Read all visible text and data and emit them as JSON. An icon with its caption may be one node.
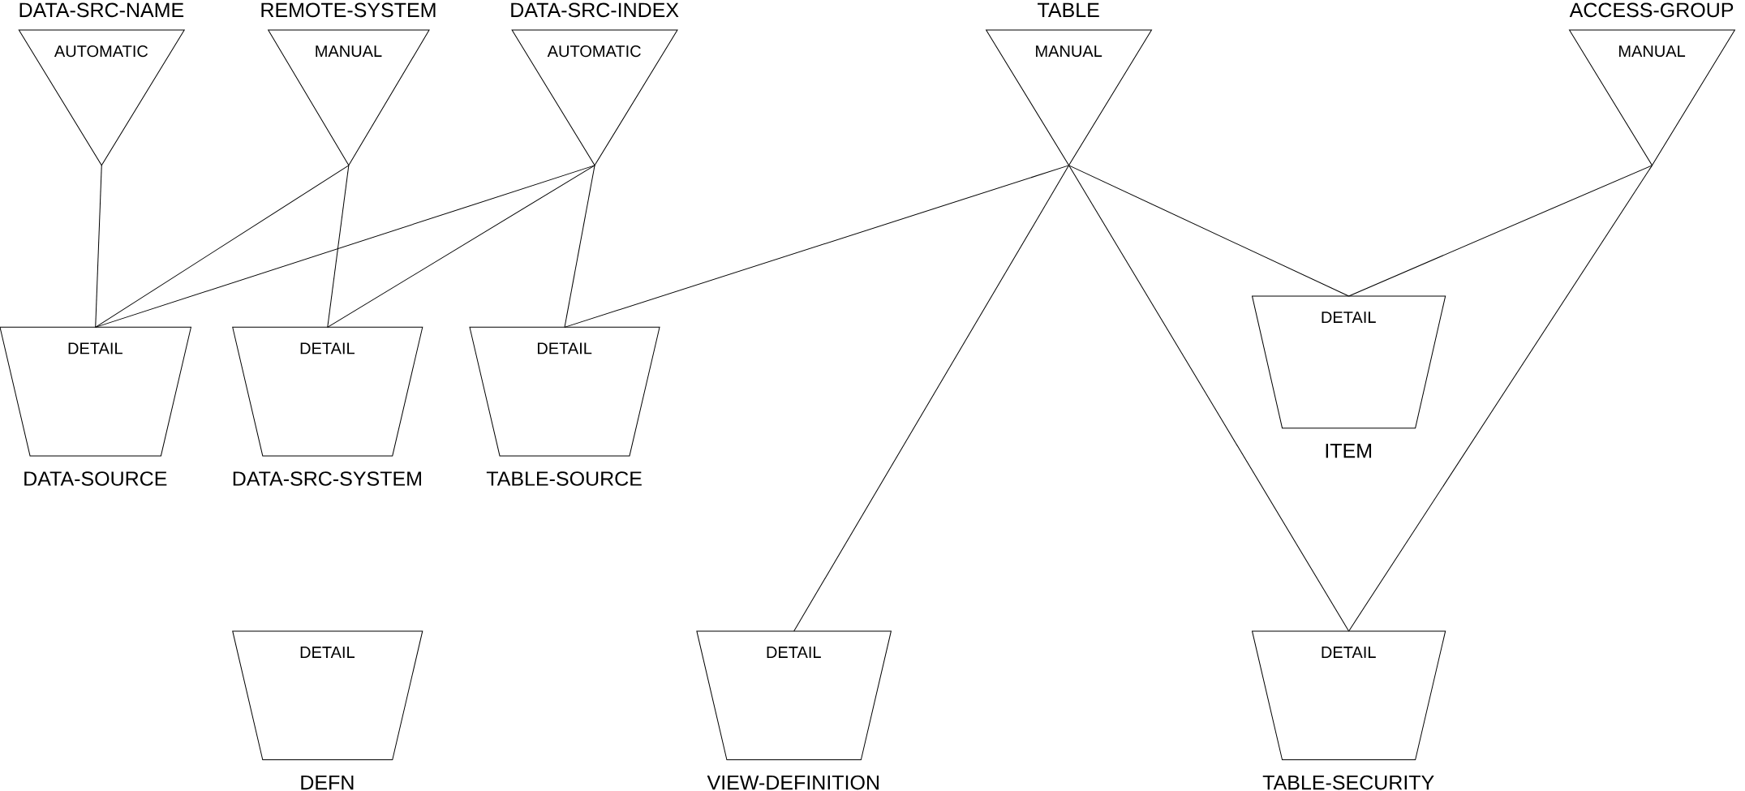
{
  "diagram": {
    "nodes": [
      {
        "text": [
          "DATA-SRC-NAME",
          "AUTOMATIC"
        ]
      },
      {
        "text": [
          "REMOTE-SYSTEM",
          "MANUAL"
        ]
      },
      {
        "text": [
          "DATA-SRC-INDEX",
          "AUTOMATIC"
        ]
      },
      {
        "text": [
          "TABLE",
          "MANUAL"
        ]
      },
      {
        "text": [
          "ACCESS-GROUP",
          "MANUAL"
        ]
      },
      {
        "text": [
          "DETAIL",
          "DATA-SOURCE"
        ]
      },
      {
        "text": [
          "DETAIL",
          "DATA-SRC-SYSTEM"
        ]
      },
      {
        "text": [
          "DETAIL",
          "TABLE-SOURCE"
        ]
      },
      {
        "text": [
          "DETAIL",
          "ITEM"
        ]
      },
      {
        "text": [
          "DETAIL",
          "DEFN"
        ]
      },
      {
        "text": [
          "DETAIL",
          "VIEW-DEFINITION"
        ]
      },
      {
        "text": [
          "DETAIL",
          "TABLE-SECURITY"
        ]
      }
    ],
    "edges": [
      {
        "from": 0,
        "to": 5,
        "arrow": "none"
      },
      {
        "from": 1,
        "to": 5,
        "arrow": "none"
      },
      {
        "from": 2,
        "to": 5,
        "arrow": "none"
      },
      {
        "from": 1,
        "to": 6,
        "arrow": "none"
      },
      {
        "from": 2,
        "to": 6,
        "arrow": "none"
      },
      {
        "from": 2,
        "to": 7,
        "arrow": "none"
      },
      {
        "from": 3,
        "to": 7,
        "arrow": "none"
      },
      {
        "from": 3,
        "to": 10,
        "arrow": "none"
      },
      {
        "from": 3,
        "to": 11,
        "arrow": "none"
      },
      {
        "from": 3,
        "to": 8,
        "arrow": "none"
      },
      {
        "from": 4,
        "to": 8,
        "arrow": "none"
      },
      {
        "from": 4,
        "to": 11,
        "arrow": "none"
      }
    ]
  }
}
